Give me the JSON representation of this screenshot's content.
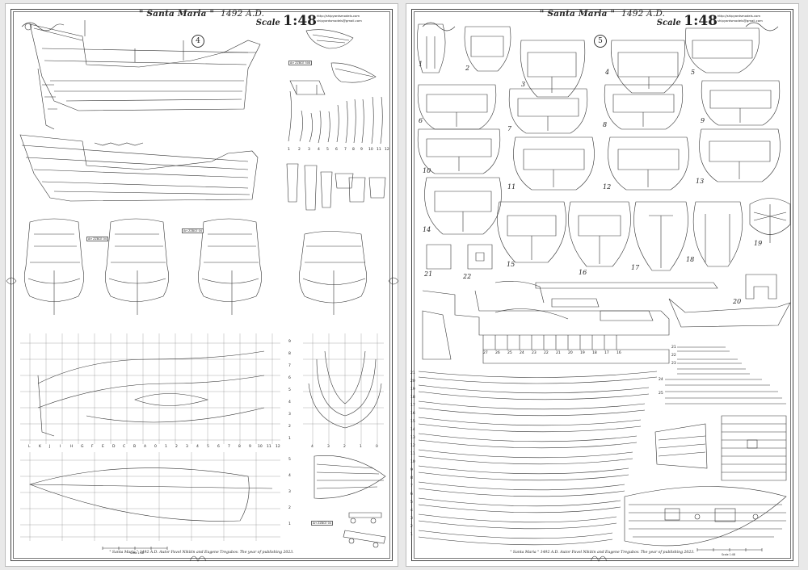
{
  "left_sheet": {
    "title": "\" Santa Maria \"",
    "year": "1492 A.D.",
    "scale_prefix": "Scale",
    "scale_value": "1:48",
    "site_line1": "http://shipyardsmodels.com",
    "site_line2": "shipyardsmodels@gmail.com",
    "sheet_number": "4",
    "footer": "\" Santa Maria \" 1492 A.D. Autor Pavel Nikitin and Eugene Tregubov. The year of publishing 2023.",
    "part_labels": [
      "Arr ZZBCE 508",
      "Arr ZZBCE 04",
      "Arr ZZBCE 04",
      "Arr ZZBCE 04"
    ],
    "frame_numbers": [
      "1",
      "2",
      "3",
      "4",
      "5",
      "6",
      "7",
      "8",
      "9",
      "10",
      "11",
      "12"
    ],
    "station_letters": [
      "L",
      "K",
      "J",
      "I",
      "H",
      "G",
      "F",
      "E",
      "D",
      "C",
      "B",
      "A",
      "0",
      "1",
      "2",
      "3",
      "4",
      "5",
      "6",
      "7",
      "8",
      "9",
      "10",
      "11",
      "12"
    ],
    "waterline_numbers": [
      "9",
      "8",
      "7",
      "6",
      "5",
      "4",
      "3",
      "2",
      "1"
    ],
    "plan_numbers": [
      "5",
      "4",
      "3",
      "2",
      "1"
    ],
    "body_plan_numbers": [
      "4",
      "3",
      "2",
      "1",
      "0"
    ],
    "scale_caption_left": "Scale 1:48",
    "scale_caption_bottom": "Scale 1:48"
  },
  "right_sheet": {
    "title": "\" Santa Maria \"",
    "year": "1492 A.D.",
    "scale_prefix": "Scale",
    "scale_value": "1:48",
    "site_line1": "http://shipyardsmodels.com",
    "site_line2": "shipyardsmodels@gmail.com",
    "sheet_number": "5",
    "footer": "\" Santa Maria \" 1492 A.D. Autor Pavel Nikitin and Eugene Tregubov. The year of publishing 2023.",
    "frame_part_numbers": [
      "1",
      "2",
      "3",
      "4",
      "5",
      "6",
      "7",
      "8",
      "9",
      "10",
      "11",
      "12",
      "13",
      "14",
      "15",
      "16",
      "17",
      "18",
      "19",
      "20",
      "21",
      "22"
    ],
    "keel_numbers": [
      "27",
      "26",
      "25",
      "24",
      "23",
      "22",
      "21",
      "20",
      "19",
      "18",
      "17",
      "16"
    ],
    "plank_numbers": [
      "1",
      "2",
      "3",
      "4",
      "5",
      "6",
      "7",
      "8",
      "9",
      "10",
      "11",
      "12",
      "13",
      "14",
      "15",
      "16",
      "17",
      "18",
      "19",
      "20",
      "21"
    ],
    "deck_plank_numbers": [
      "21",
      "22",
      "23",
      "24",
      "25"
    ],
    "scale_caption": "Scale 1:48"
  }
}
